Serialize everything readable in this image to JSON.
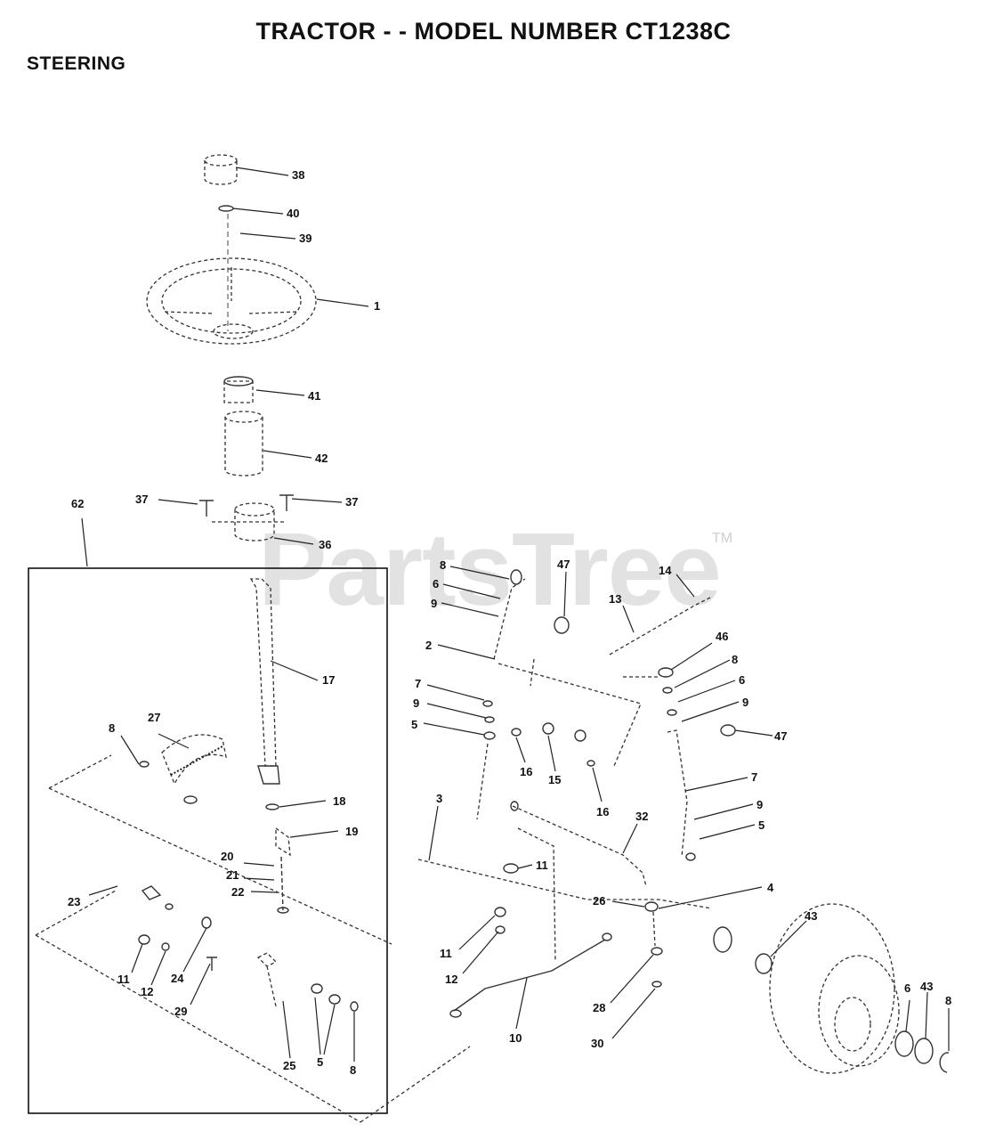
{
  "header": {
    "title": "TRACTOR - - MODEL NUMBER CT1238C",
    "section": "STEERING"
  },
  "watermark": {
    "text": "PartsTree",
    "mark": "TM"
  },
  "callouts": [
    {
      "id": "c38",
      "label": "38"
    },
    {
      "id": "c40",
      "label": "40"
    },
    {
      "id": "c39",
      "label": "39"
    },
    {
      "id": "c1",
      "label": "1"
    },
    {
      "id": "c41",
      "label": "41"
    },
    {
      "id": "c42",
      "label": "42"
    },
    {
      "id": "c37a",
      "label": "37"
    },
    {
      "id": "c37b",
      "label": "37"
    },
    {
      "id": "c36",
      "label": "36"
    },
    {
      "id": "c62",
      "label": "62"
    },
    {
      "id": "c17",
      "label": "17"
    },
    {
      "id": "c27",
      "label": "27"
    },
    {
      "id": "c8a",
      "label": "8"
    },
    {
      "id": "c18",
      "label": "18"
    },
    {
      "id": "c19",
      "label": "19"
    },
    {
      "id": "c20",
      "label": "20"
    },
    {
      "id": "c21",
      "label": "21"
    },
    {
      "id": "c22",
      "label": "22"
    },
    {
      "id": "c23",
      "label": "23"
    },
    {
      "id": "c11a",
      "label": "11"
    },
    {
      "id": "c12a",
      "label": "12"
    },
    {
      "id": "c24",
      "label": "24"
    },
    {
      "id": "c29",
      "label": "29"
    },
    {
      "id": "c25",
      "label": "25"
    },
    {
      "id": "c5a",
      "label": "5"
    },
    {
      "id": "c8b",
      "label": "8"
    },
    {
      "id": "c8c",
      "label": "8"
    },
    {
      "id": "c6a",
      "label": "6"
    },
    {
      "id": "c9a",
      "label": "9"
    },
    {
      "id": "c47a",
      "label": "47"
    },
    {
      "id": "c2",
      "label": "2"
    },
    {
      "id": "c7a",
      "label": "7"
    },
    {
      "id": "c9b",
      "label": "9"
    },
    {
      "id": "c5b",
      "label": "5"
    },
    {
      "id": "c16a",
      "label": "16"
    },
    {
      "id": "c15",
      "label": "15"
    },
    {
      "id": "c14",
      "label": "14"
    },
    {
      "id": "c13",
      "label": "13"
    },
    {
      "id": "c46",
      "label": "46"
    },
    {
      "id": "c8d",
      "label": "8"
    },
    {
      "id": "c6b",
      "label": "6"
    },
    {
      "id": "c9c",
      "label": "9"
    },
    {
      "id": "c47b",
      "label": "47"
    },
    {
      "id": "c16b",
      "label": "16"
    },
    {
      "id": "c7b",
      "label": "7"
    },
    {
      "id": "c9d",
      "label": "9"
    },
    {
      "id": "c5c",
      "label": "5"
    },
    {
      "id": "c3",
      "label": "3"
    },
    {
      "id": "c32",
      "label": "32"
    },
    {
      "id": "c11b",
      "label": "11"
    },
    {
      "id": "c26",
      "label": "26"
    },
    {
      "id": "c4",
      "label": "4"
    },
    {
      "id": "c11c",
      "label": "11"
    },
    {
      "id": "c12b",
      "label": "12"
    },
    {
      "id": "c10",
      "label": "10"
    },
    {
      "id": "c28",
      "label": "28"
    },
    {
      "id": "c30",
      "label": "30"
    },
    {
      "id": "c43a",
      "label": "43"
    },
    {
      "id": "c6c",
      "label": "6"
    },
    {
      "id": "c43b",
      "label": "43"
    },
    {
      "id": "c8e",
      "label": "8"
    }
  ]
}
